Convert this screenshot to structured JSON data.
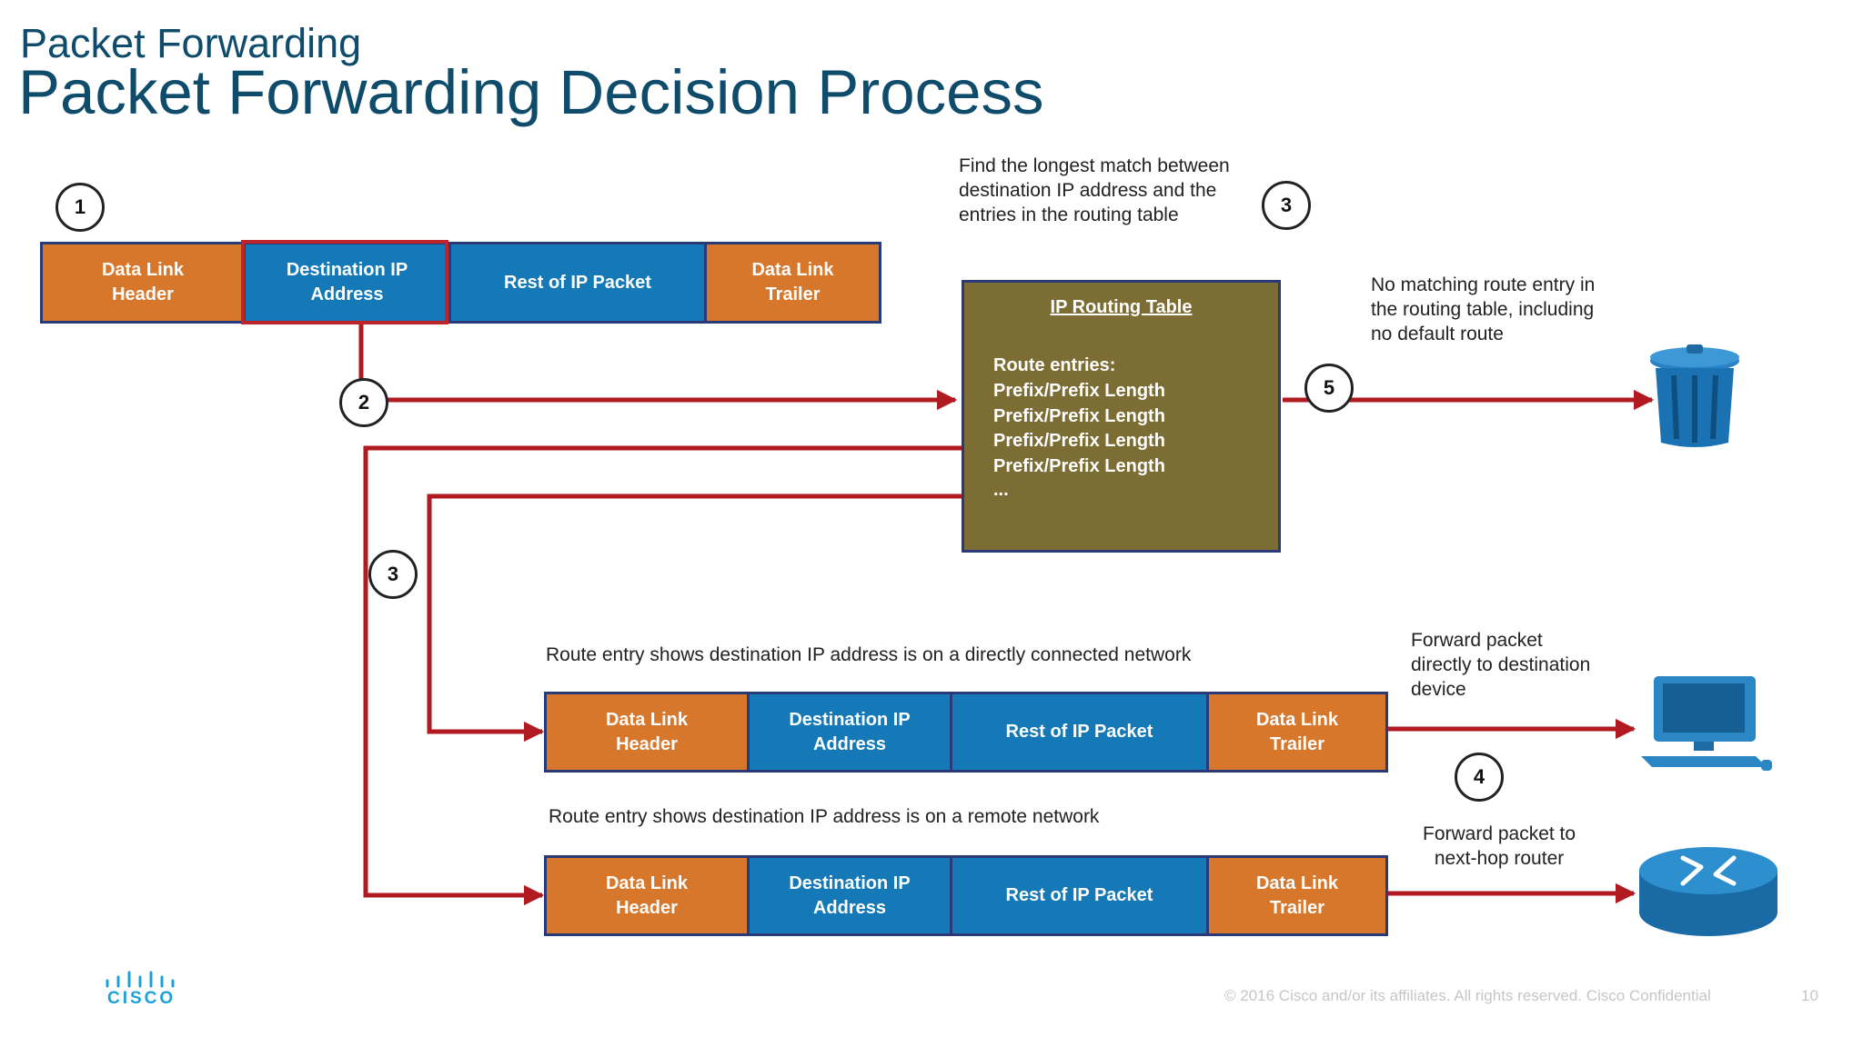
{
  "slide": {
    "subtitle": "Packet Forwarding",
    "title": "Packet Forwarding Decision Process"
  },
  "packet": {
    "dl_header_line1": "Data Link",
    "dl_header_line2": "Header",
    "dest_ip_line1": "Destination IP",
    "dest_ip_line2": "Address",
    "rest": "Rest of IP Packet",
    "dl_trailer_line1": "Data Link",
    "dl_trailer_line2": "Trailer"
  },
  "steps": {
    "step1": "1",
    "step2": "2",
    "step3": "3",
    "step4": "4",
    "step5": "5"
  },
  "notes": {
    "longest_match_1": "Find the longest match between",
    "longest_match_2": "destination IP address and the",
    "longest_match_3": "entries in the routing table",
    "no_match_1": "No matching route entry in",
    "no_match_2": "the routing table, including",
    "no_match_3": "no default route",
    "direct_network": "Route entry shows destination IP address is on a directly connected network",
    "remote_network": "Route entry shows destination IP address is on a remote network",
    "forward_direct_1": "Forward packet",
    "forward_direct_2": "directly to destination",
    "forward_direct_3": "device",
    "forward_next_1": "Forward packet to",
    "forward_next_2": "next-hop router"
  },
  "routing_table": {
    "title": "IP Routing Table",
    "entries_label": "Route entries:",
    "entries": [
      "Prefix/Prefix Length",
      "Prefix/Prefix Length",
      "Prefix/Prefix Length",
      "Prefix/Prefix Length"
    ],
    "ellipsis": "..."
  },
  "icons": {
    "trash": "trash-can-icon",
    "computer": "computer-icon",
    "router": "router-icon",
    "logo": "cisco-logo"
  },
  "colors": {
    "orange": "#d7772c",
    "blue": "#1479b6",
    "arrow_red": "#b11a21",
    "table_olive": "#7b6d33",
    "title_blue": "#0f4c6c"
  },
  "footer": {
    "logo_text": "CISCO",
    "copyright": "© 2016  Cisco and/or its affiliates. All rights reserved.   Cisco Confidential",
    "page_number": "10"
  }
}
